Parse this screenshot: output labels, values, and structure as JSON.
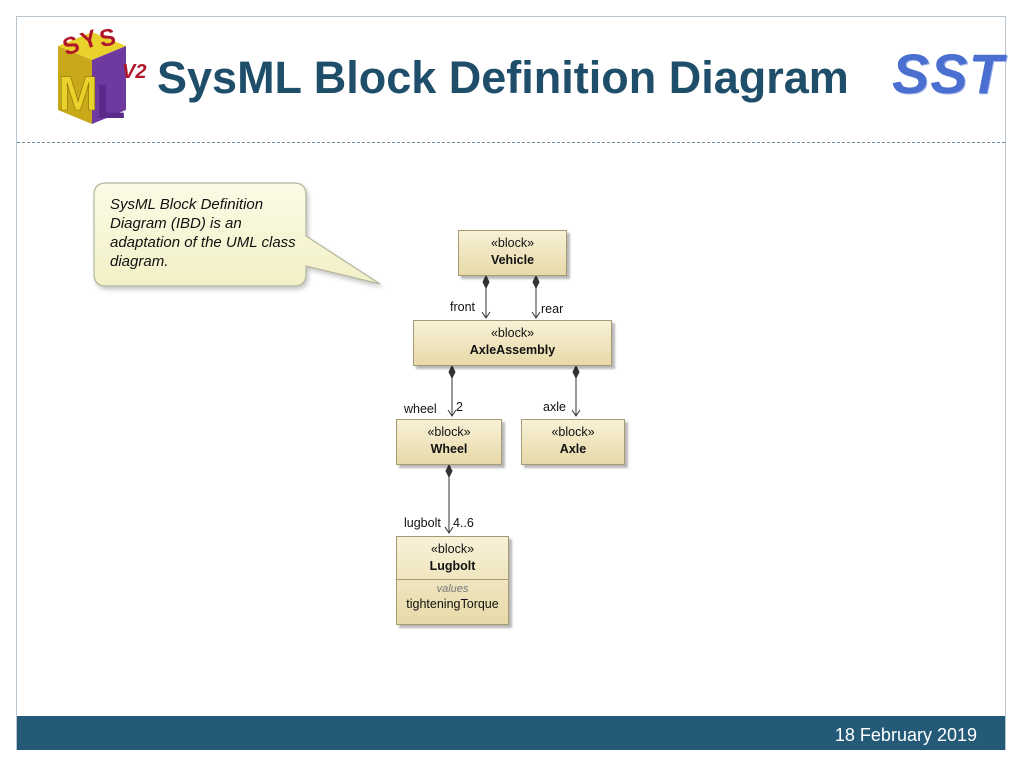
{
  "header": {
    "title": "SysML Block Definition Diagram",
    "brand": "SST",
    "logo": {
      "letters": [
        "S",
        "Y",
        "S",
        "M",
        "L"
      ],
      "version": "V2"
    }
  },
  "callout": {
    "text": "SysML Block Definition Diagram (IBD) is an adaptation of the UML class diagram."
  },
  "diagram": {
    "blocks": [
      {
        "id": "vehicle",
        "stereotype": "«block»",
        "name": "Vehicle"
      },
      {
        "id": "axleassembly",
        "stereotype": "«block»",
        "name": "AxleAssembly"
      },
      {
        "id": "wheel",
        "stereotype": "«block»",
        "name": "Wheel"
      },
      {
        "id": "axle",
        "stereotype": "«block»",
        "name": "Axle"
      },
      {
        "id": "lugbolt",
        "stereotype": "«block»",
        "name": "Lugbolt",
        "compartment": {
          "heading": "values",
          "items": [
            "tighteningTorque"
          ]
        }
      }
    ],
    "links": [
      {
        "from": "vehicle",
        "to": "axleassembly",
        "role": "front"
      },
      {
        "from": "vehicle",
        "to": "axleassembly",
        "role": "rear"
      },
      {
        "from": "axleassembly",
        "to": "wheel",
        "role": "wheel",
        "multiplicity": "2"
      },
      {
        "from": "axleassembly",
        "to": "axle",
        "role": "axle"
      },
      {
        "from": "wheel",
        "to": "lugbolt",
        "role": "lugbolt",
        "multiplicity": "4..6"
      }
    ]
  },
  "footer": {
    "date": "18 February 2019"
  },
  "colors": {
    "title": "#1f4e6b",
    "brand": "#4a6fd0",
    "footer_bar": "#245a78",
    "block_fill": "#efe4bd"
  }
}
